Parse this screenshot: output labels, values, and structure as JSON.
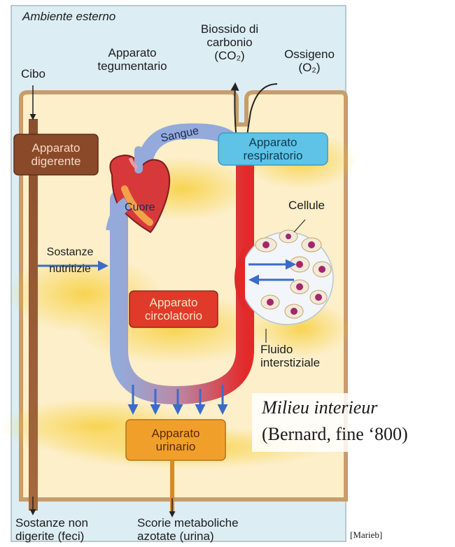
{
  "labels": {
    "ambiente_esterno": "Ambiente esterno",
    "cibo": "Cibo",
    "tegumentario_l1": "Apparato",
    "tegumentario_l2": "tegumentario",
    "co2_l1": "Biossido di",
    "co2_l2": "carbonio",
    "co2_l3": "(CO₂)",
    "o2_l1": "Ossigeno",
    "o2_l2": "(O₂)",
    "digerente_l1": "Apparato",
    "digerente_l2": "digerente",
    "respiratorio_l1": "Apparato",
    "respiratorio_l2": "respiratorio",
    "sangue": "Sangue",
    "cuore": "Cuore",
    "cellule": "Cellule",
    "sostanze_l1": "Sostanze",
    "sostanze_l2": "nutritizie",
    "circolatorio_l1": "Apparato",
    "circolatorio_l2": "circolatorio",
    "fluido_l1": "Fluido",
    "fluido_l2": "interstiziale",
    "urinario_l1": "Apparato",
    "urinario_l2": "urinario",
    "feci_l1": "Sostanze non",
    "feci_l2": "digerite (feci)",
    "scorie_l1": "Scorie metaboliche",
    "scorie_l2": "azotate (urina)",
    "milieu": "Milieu interieur",
    "bernard": "(Bernard, fine ‘800)",
    "source": "[Marieb]"
  },
  "colors": {
    "sky": "#dcedf4",
    "body": "#fdf2d4",
    "yellow": "#f8d44a",
    "skin_edge": "#cfa97a",
    "digestive": "#8a4a2a",
    "respiratory": "#5ec3e6",
    "circulatory": "#e03a2a",
    "urinary": "#f0a02a",
    "vein": "#8fa8d8",
    "artery": "#e0282a",
    "arrow": "#3b6cc9"
  }
}
